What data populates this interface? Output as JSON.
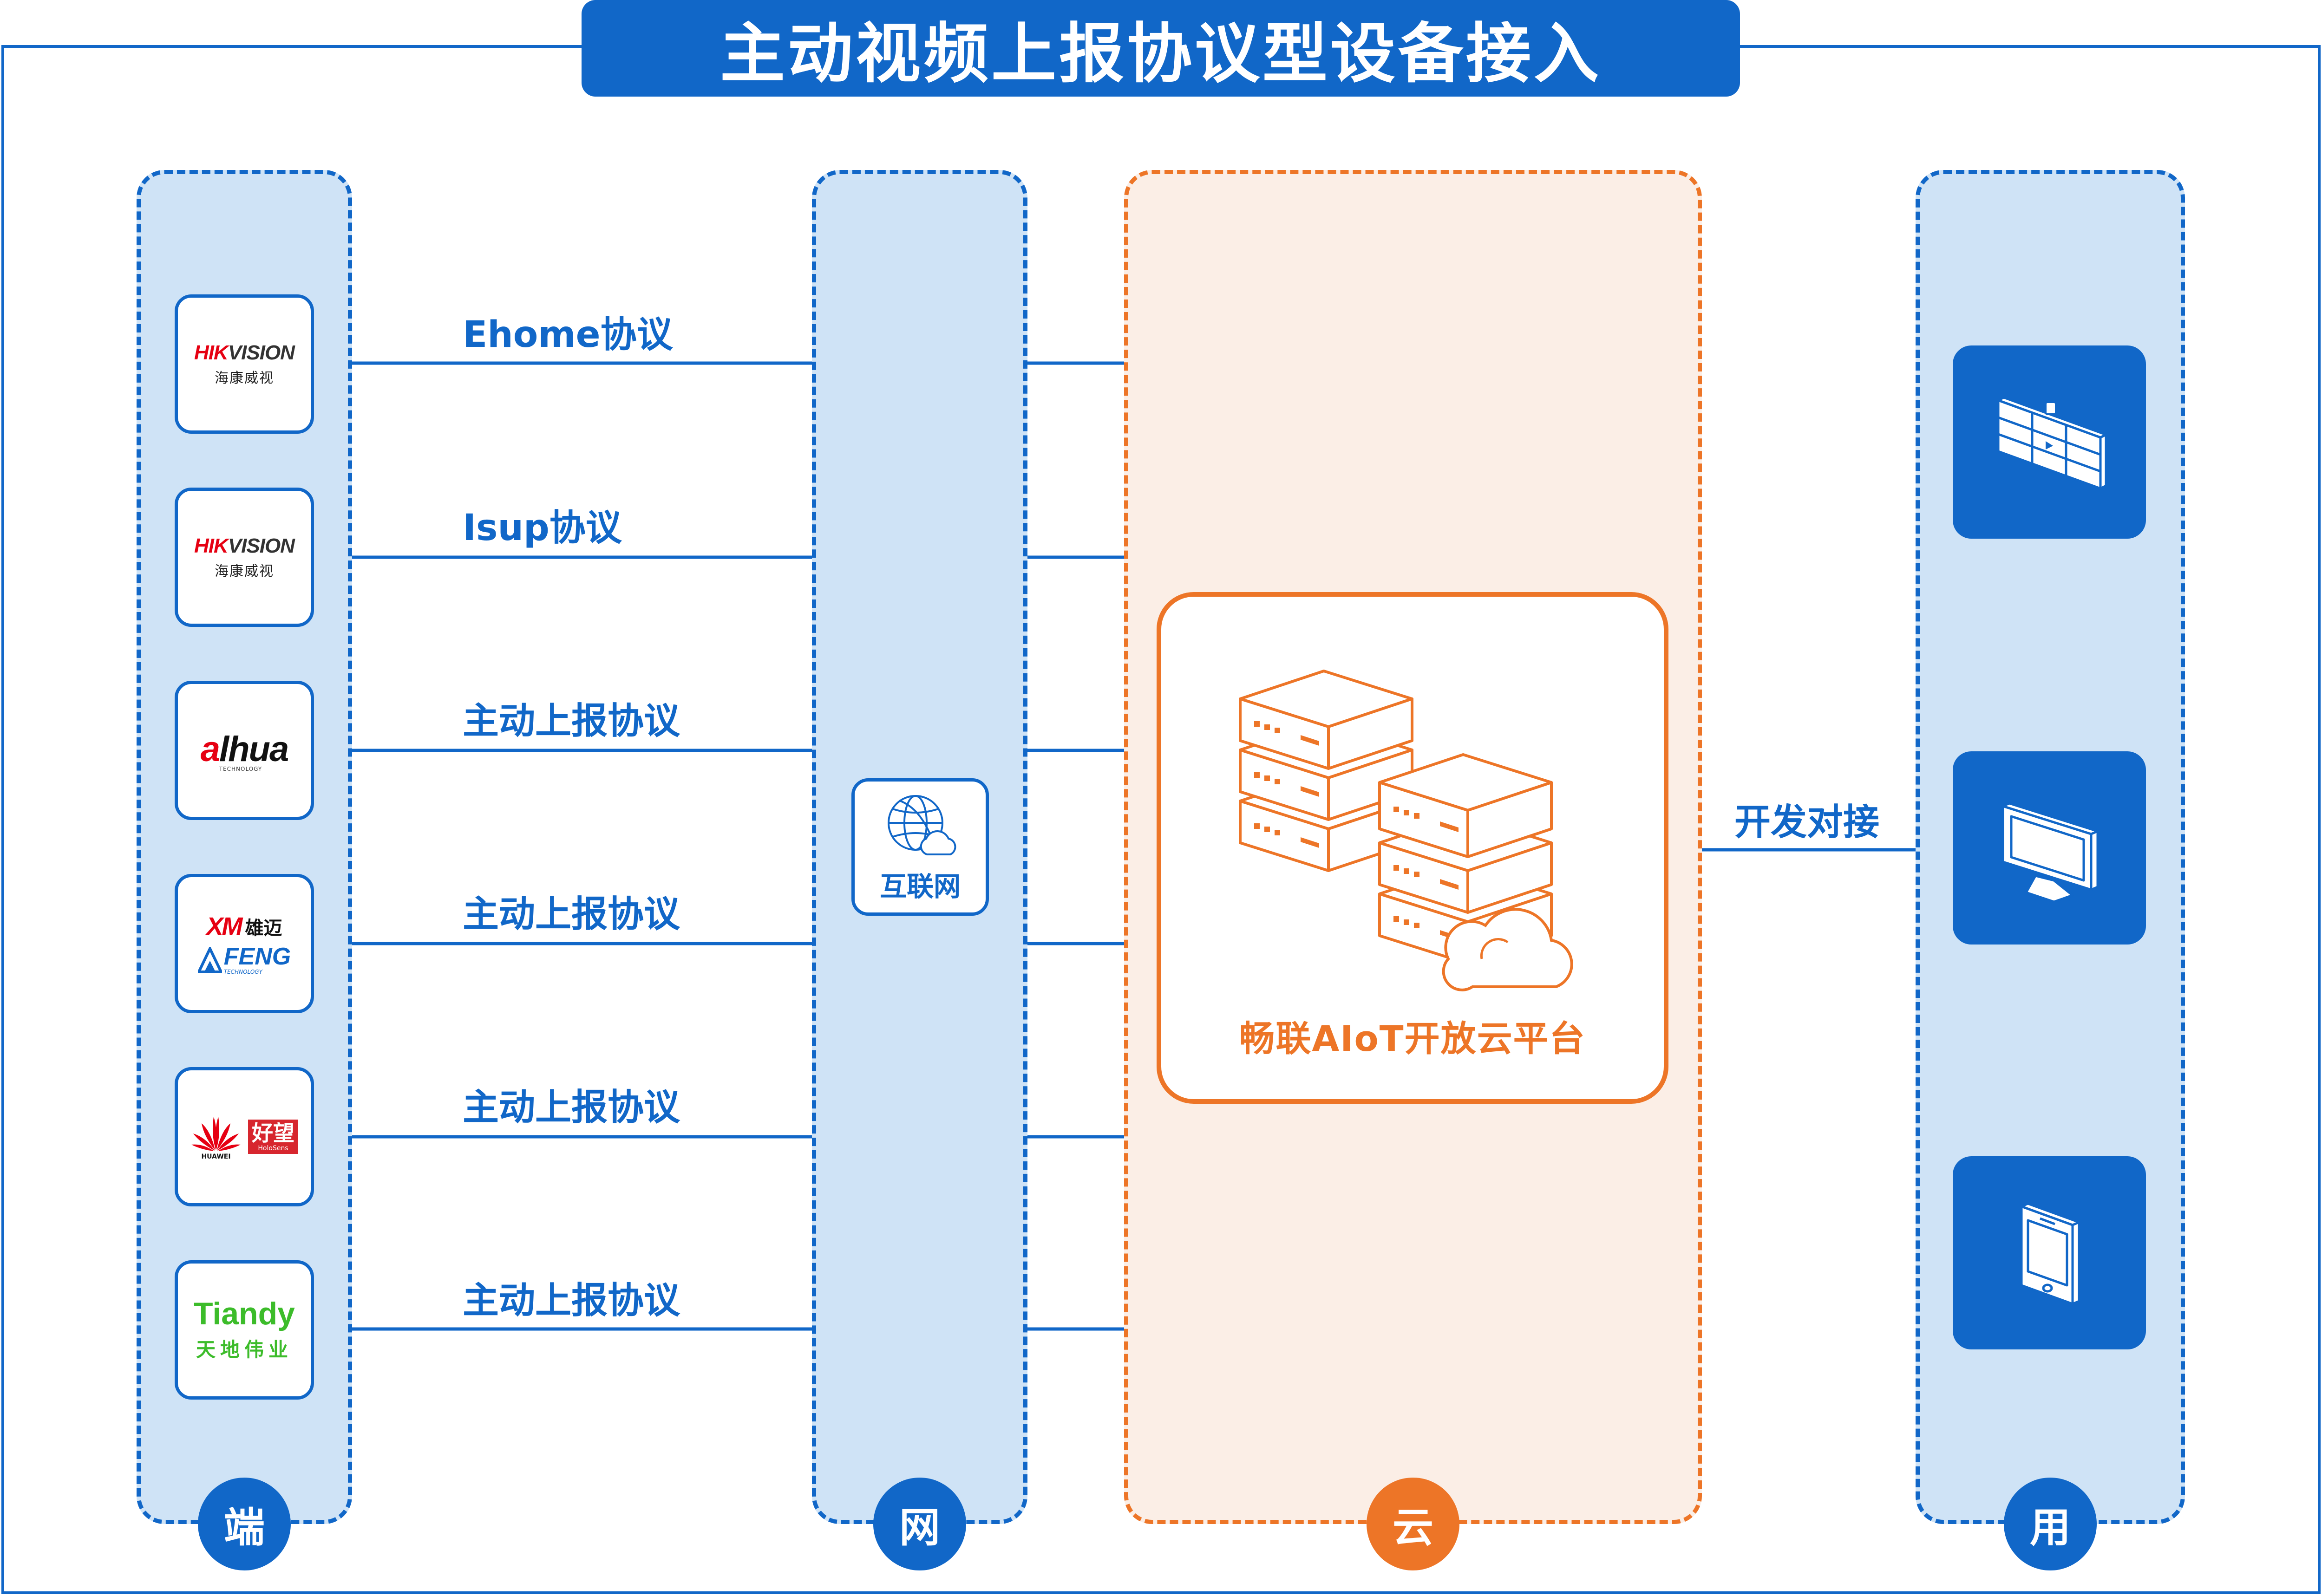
{
  "title": "主动视频上报协议型设备接入",
  "layers": [
    {
      "label": "端"
    },
    {
      "label": "网"
    },
    {
      "label": "云"
    },
    {
      "label": "用"
    }
  ],
  "devices": [
    {
      "brand": "hikvision",
      "logo_text": "HIKVISION",
      "logo_text_red": "HIK",
      "logo_text_dark": "VISION",
      "logo_sub": "海康威视",
      "protocol": "Ehome协议"
    },
    {
      "brand": "hikvision",
      "logo_text": "HIKVISION",
      "logo_text_red": "HIK",
      "logo_text_dark": "VISION",
      "logo_sub": "海康威视",
      "protocol": "Isup协议"
    },
    {
      "brand": "dahua",
      "logo_text": "alhua",
      "logo_sub": "TECHNOLOGY",
      "protocol": "主动上报协议"
    },
    {
      "brand": "xm-feng",
      "logo_text": "XM",
      "logo_cn": "雄迈",
      "logo_text2": "FENG",
      "logo_sub": "TECHNOLOGY",
      "protocol": "主动上报协议"
    },
    {
      "brand": "huawei-holosens",
      "logo_text": "HUAWEI",
      "logo_cn": "好望",
      "logo_sub": "HoloSens",
      "protocol": "主动上报协议"
    },
    {
      "brand": "tiandy",
      "logo_text": "Tiandy",
      "logo_cn": "天地伟业",
      "protocol": "主动上报协议"
    }
  ],
  "network": {
    "label": "互联网",
    "icon": "globe-cloud-icon"
  },
  "cloud": {
    "label": "畅联AIoT开放云平台",
    "icon": "server-stack-cloud-icon"
  },
  "connection": {
    "label": "开发对接"
  },
  "apps": [
    {
      "icon": "video-wall-icon"
    },
    {
      "icon": "monitor-icon"
    },
    {
      "icon": "smartphone-icon"
    }
  ],
  "colors": {
    "primary_blue": "#1167c8",
    "light_blue": "#cfe3f6",
    "orange": "#ed7527",
    "light_orange": "#fbeee6"
  }
}
